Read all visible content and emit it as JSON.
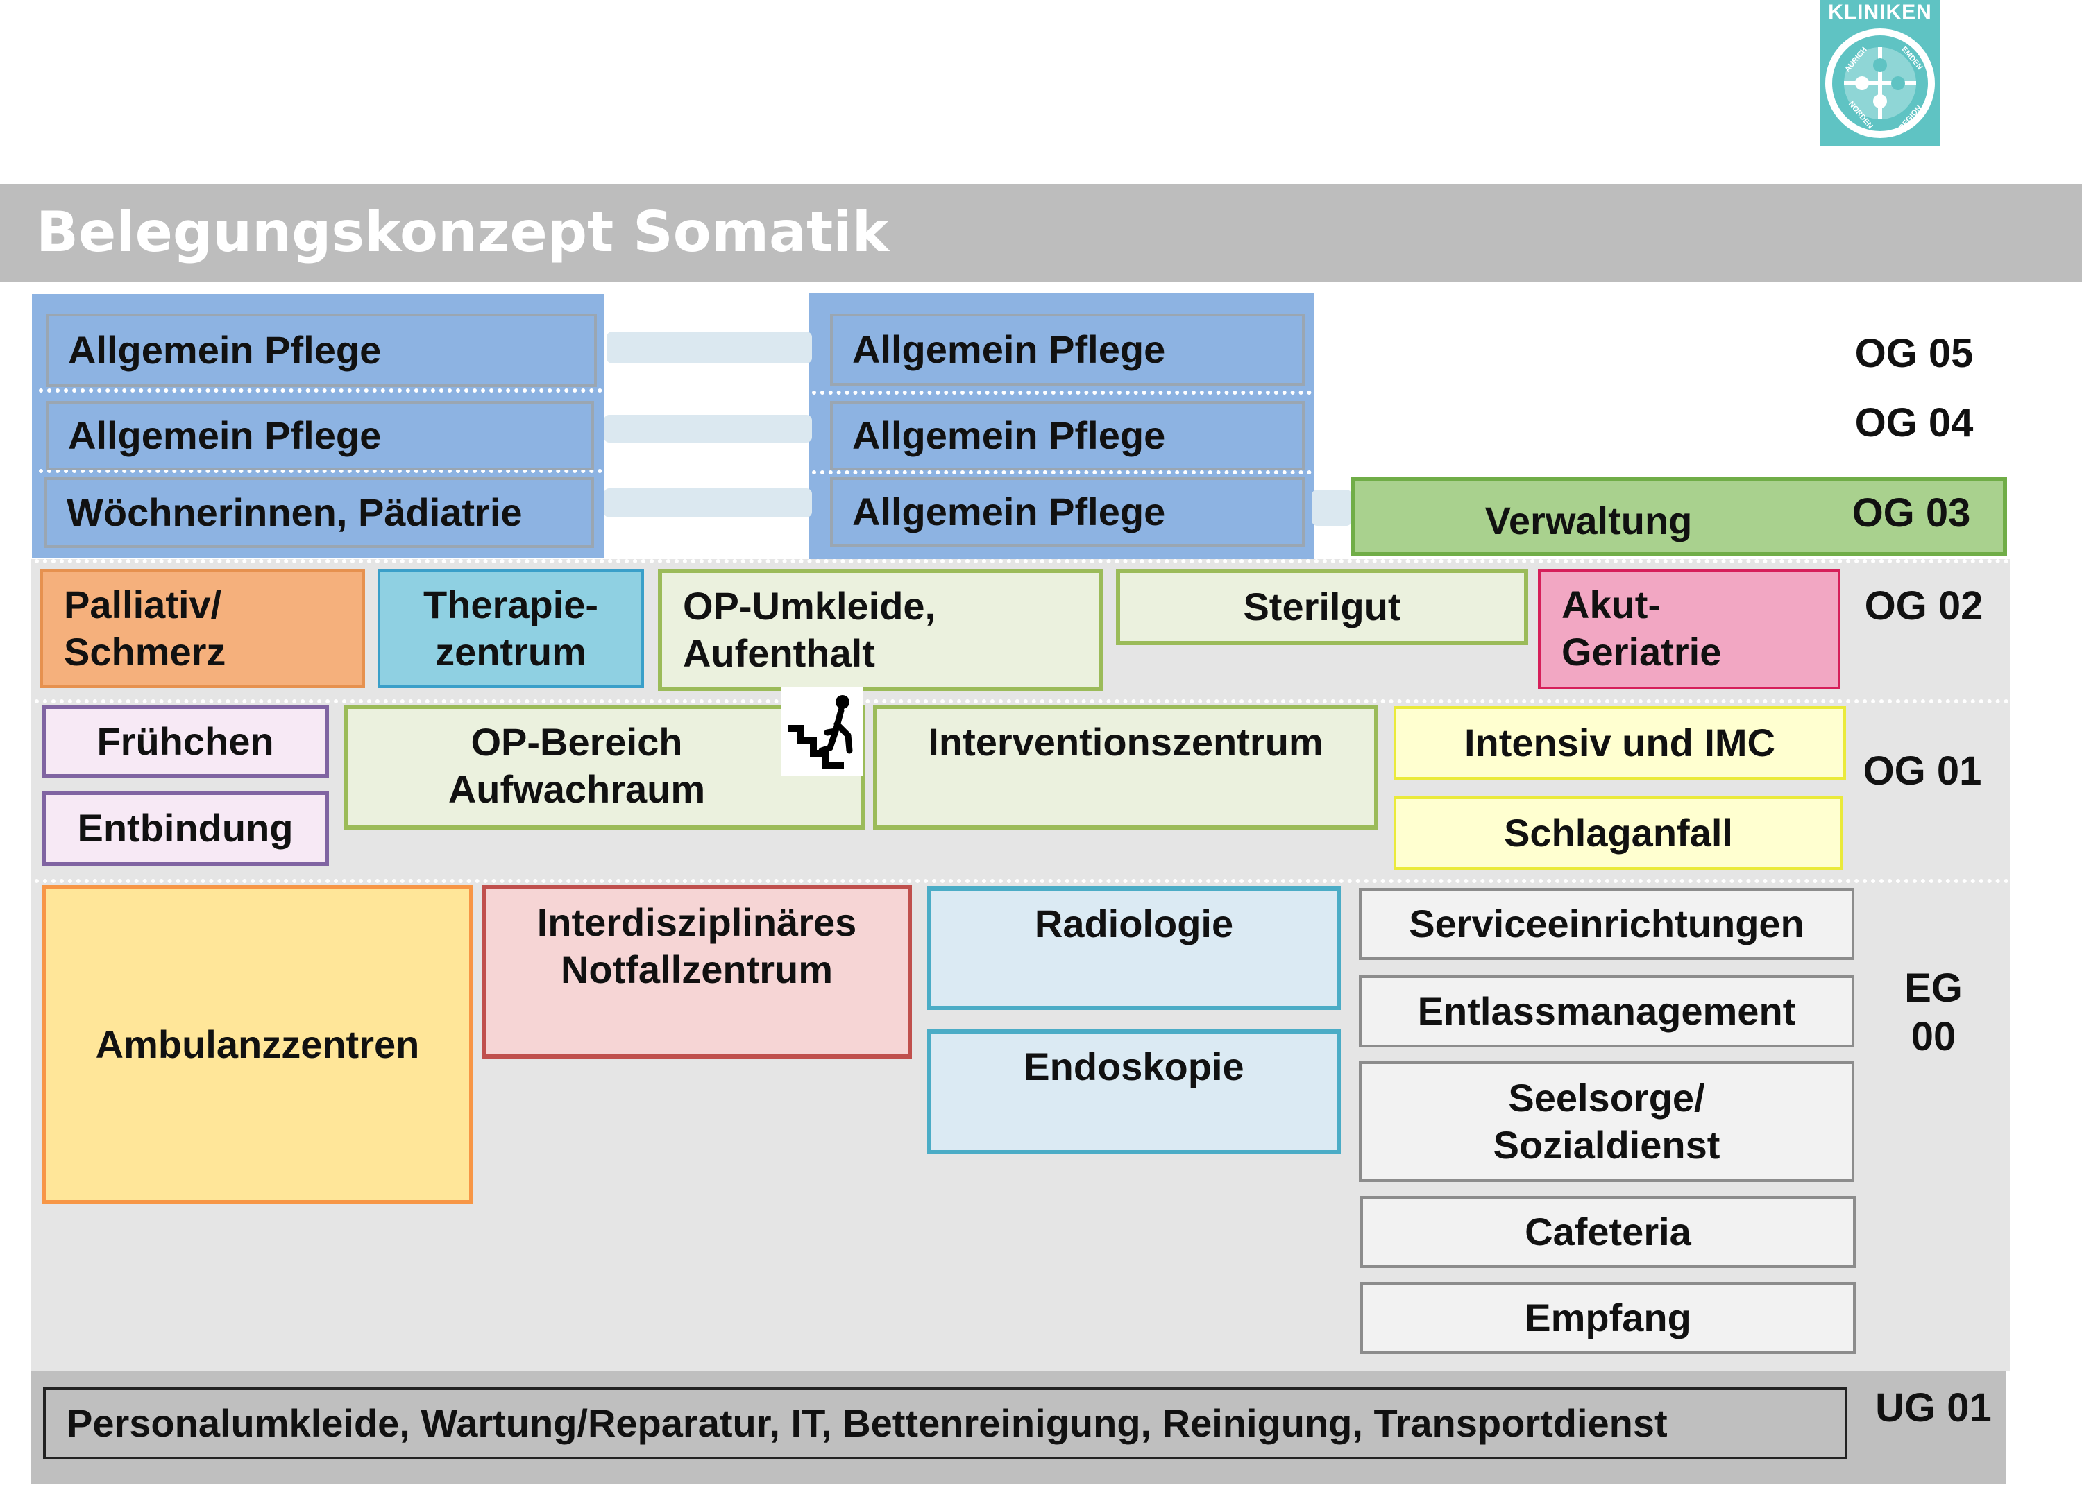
{
  "logo": {
    "wordmark": "KLINIKEN",
    "ring_text": [
      "AURICH",
      "EMDEN",
      "NORDEN",
      "REGION"
    ]
  },
  "title": "Belegungskonzept Somatik",
  "floors": {
    "og05": "OG 05",
    "og04": "OG 04",
    "og03": "OG 03",
    "og02": "OG 02",
    "og01": "OG 01",
    "eg00": "EG\n00",
    "ug01": "UG 01"
  },
  "og05": {
    "left": "Allgemein Pflege",
    "right": "Allgemein Pflege"
  },
  "og04": {
    "left": "Allgemein Pflege",
    "right": "Allgemein Pflege"
  },
  "og03": {
    "left": "Wöchnerinnen, Pädiatrie",
    "right": "Allgemein Pflege",
    "admin": "Verwaltung"
  },
  "og02": {
    "palliativ": "Palliativ/\nSchmerz",
    "therapie": "Therapie-\nzentrum",
    "op_umkleide": "OP-Umkleide,\nAufenthalt",
    "sterilgut": "Sterilgut",
    "akut": "Akut-\nGeriatrie"
  },
  "og01": {
    "fruehchen": "Frühchen",
    "entbindung": "Entbindung",
    "op_bereich": "OP-Bereich\nAufwachraum",
    "intervention": "Interventionszentrum",
    "intensiv": "Intensiv und IMC",
    "schlaganfall": "Schlaganfall"
  },
  "eg00": {
    "ambulanz": "Ambulanzzentren",
    "notfall": "Interdisziplinäres\nNotfallzentrum",
    "radiologie": "Radiologie",
    "endoskopie": "Endoskopie",
    "service": "Serviceeinrichtungen",
    "entlass": "Entlassmanagement",
    "seelsorge": "Seelsorge/\nSozialdienst",
    "cafeteria": "Cafeteria",
    "empfang": "Empfang"
  },
  "ug01": {
    "services": "Personalumkleide, Wartung/Reparatur, IT, Bettenreinigung, Reinigung, Transportdienst"
  },
  "colors": {
    "header_grey": "#bdbdbd",
    "ward_blue": "#8db3e2",
    "admin_green": "#a9d18e",
    "logo_teal": "#5fc3c3"
  }
}
